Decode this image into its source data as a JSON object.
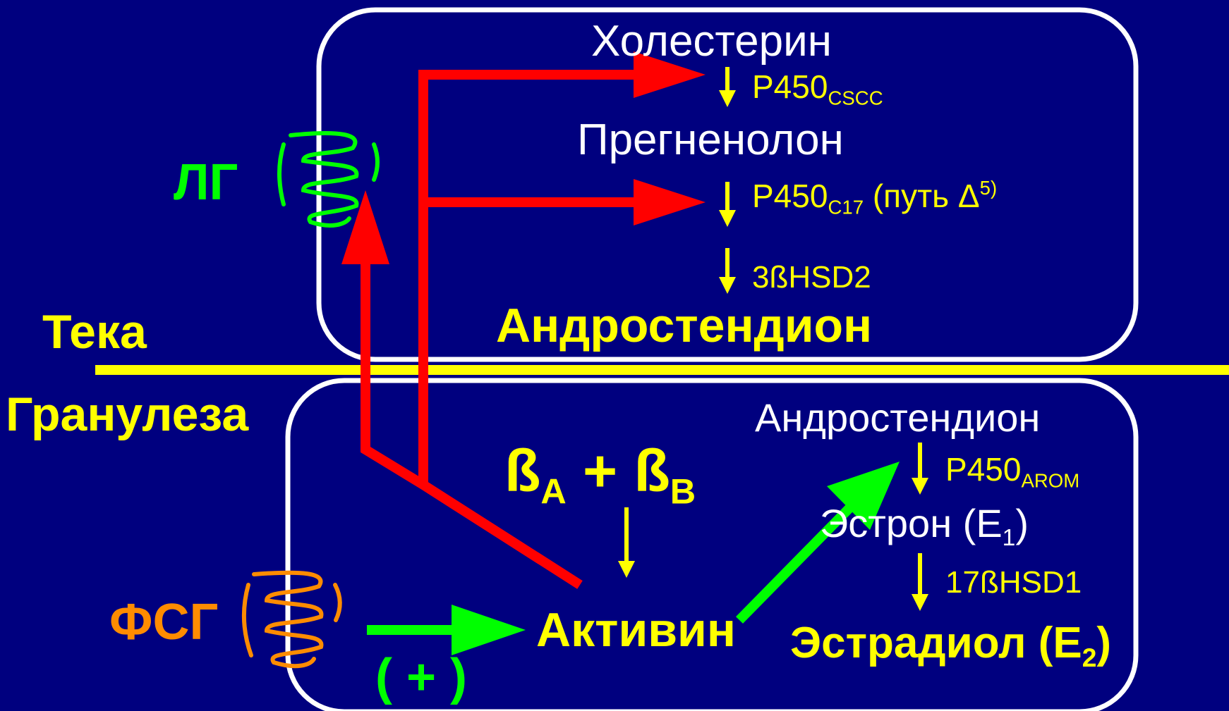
{
  "colors": {
    "background": "#00007f",
    "box_border": "#ffffff",
    "divider": "#ffff00",
    "text_main": "#ffffff",
    "text_highlight": "#ffff00",
    "stimulus_arrow": "#ff0000",
    "activin_arrow": "#00ff00",
    "lh_receptor": "#00ff00",
    "fsh_receptor": "#ff8c00"
  },
  "icons": {
    "lh_receptor": "serpentine-receptor-icon",
    "fsh_receptor": "serpentine-receptor-icon"
  },
  "regions": {
    "theca_label": "Тека",
    "granulosa_label": "Гранулеза"
  },
  "hormones": {
    "lh": "ЛГ",
    "fsh": "ФСГ"
  },
  "theca": {
    "cholesterol": "Холестерин",
    "enzyme1": {
      "base": "P450",
      "sub": "CSCC"
    },
    "pregnenolone": "Прегненолон",
    "enzyme2": {
      "base": "P450",
      "sub": "C17",
      "pathway": " (путь Δ",
      "sup": "5)"
    },
    "enzyme3": "3ßHSD2",
    "androstenedione": "Андростендион"
  },
  "granulosa": {
    "beta_a": {
      "base": "ß",
      "sub": "A"
    },
    "plus": " + ",
    "beta_b": {
      "base": "ß",
      "sub": "B"
    },
    "activin": "Активин",
    "fsh_effect": "( + )",
    "androstenedione": "Андростендион",
    "enzyme_arom": {
      "base": "P450",
      "sub": "AROM"
    },
    "estrone": {
      "base": "Эстрон (E",
      "sub": "1",
      "end": ")"
    },
    "enzyme_17b": "17ßHSD1",
    "estradiol": {
      "base": "Эстрадиол (E",
      "sub": "2",
      "end": ")"
    }
  }
}
